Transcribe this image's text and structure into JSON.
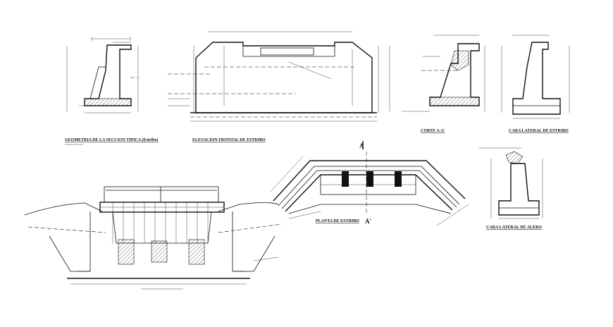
{
  "drawing": {
    "labels": {
      "typical_section": "GEOMETRIA DE LA SECCION TIPICA (Estribo)",
      "front_elevation": "ELEVACION FRONTAL DE ESTRIBO",
      "cut_a": "CORTE A-A'",
      "side_face_stirrup": "CARA LATERAL DE ESTRIBO",
      "plan_stirrup": "PLANTA DE ESTRIBO",
      "side_face_wing": "CARA LATERAL DE ALERO"
    },
    "section_marks": {
      "top": "A",
      "bottom": "A'"
    }
  }
}
